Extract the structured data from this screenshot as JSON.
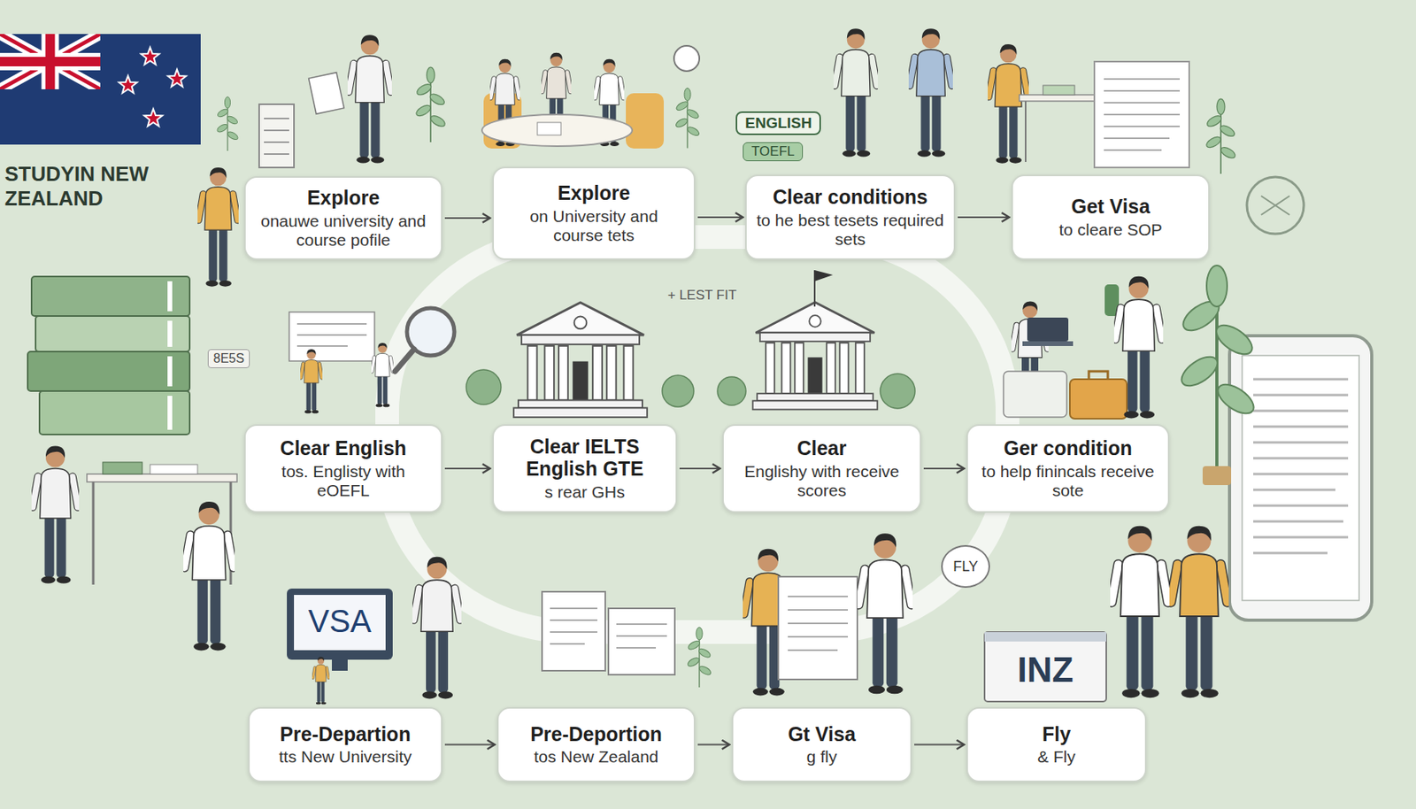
{
  "diagram": {
    "title": "STUDYIN NEW ZEALAND",
    "nodes": [
      {
        "text": [
          "Explore",
          "onauwe university and course pofile"
        ]
      },
      {
        "text": [
          "Explore",
          "on University and course tets"
        ]
      },
      {
        "text": [
          "Clear conditions",
          "to he best tesets required sets"
        ]
      },
      {
        "text": [
          "Get Visa",
          "to cleare SOP"
        ]
      },
      {
        "text": [
          "Clear English",
          "tos. Englisty with eOEFL"
        ]
      },
      {
        "text": [
          "Clear IELTS English GTE",
          "s rear GHs"
        ]
      },
      {
        "text": [
          "Clear",
          "Englishy with receive scores"
        ]
      },
      {
        "text": [
          "Ger condition",
          "to help finincals receive sote"
        ]
      },
      {
        "text": [
          "Pre-Departion",
          "tts New University"
        ]
      },
      {
        "text": [
          "Pre-Deportion",
          "tos New Zealand"
        ]
      },
      {
        "text": [
          "Gt Visa",
          "g fly"
        ]
      },
      {
        "text": [
          "Fly",
          "& Fly"
        ]
      }
    ],
    "edges": [
      {
        "from": 0,
        "to": 1,
        "arrow": "to"
      },
      {
        "from": 1,
        "to": 2,
        "arrow": "to"
      },
      {
        "from": 2,
        "to": 3,
        "arrow": "to"
      },
      {
        "from": 4,
        "to": 5,
        "arrow": "to"
      },
      {
        "from": 5,
        "to": 6,
        "arrow": "to"
      },
      {
        "from": 6,
        "to": 7,
        "arrow": "to"
      },
      {
        "from": 8,
        "to": 9,
        "arrow": "to"
      },
      {
        "from": 9,
        "to": 10,
        "arrow": "to"
      },
      {
        "from": 10,
        "to": 11,
        "arrow": "to"
      }
    ],
    "labels": [
      "ENGLISH",
      "TOEFL",
      "+ LEST FIT",
      "8E5S",
      "FLY",
      "VSA",
      "INZ"
    ]
  }
}
